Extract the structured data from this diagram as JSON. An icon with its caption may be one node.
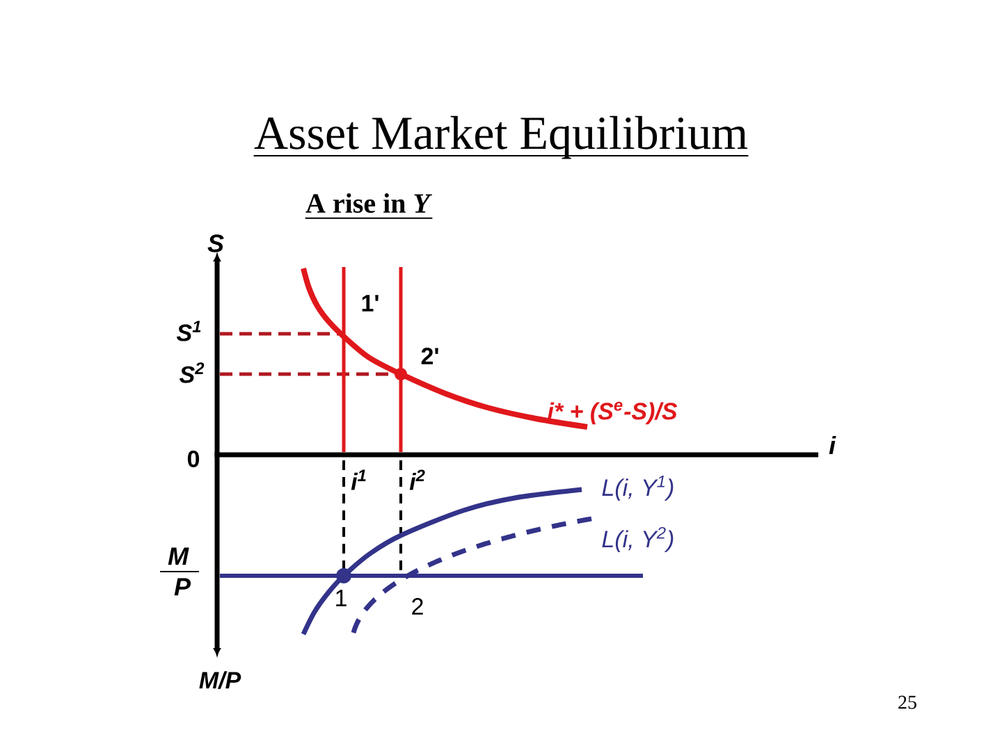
{
  "diagram": {
    "title": "Asset Market Equilibrium",
    "labels": [
      "A rise in *Y*",
      "S",
      "1'",
      "S$^{1}$",
      "2'",
      "S$^{2}$",
      "i* + (S$^{e}$-S)/S",
      "i",
      "0",
      "i$^{1}$",
      "i$^{2}$",
      "L(i, Y$^{1}$)",
      "L(i, Y$^{2}$)",
      "M",
      "P",
      "1",
      "2",
      "M/P",
      "25"
    ]
  }
}
